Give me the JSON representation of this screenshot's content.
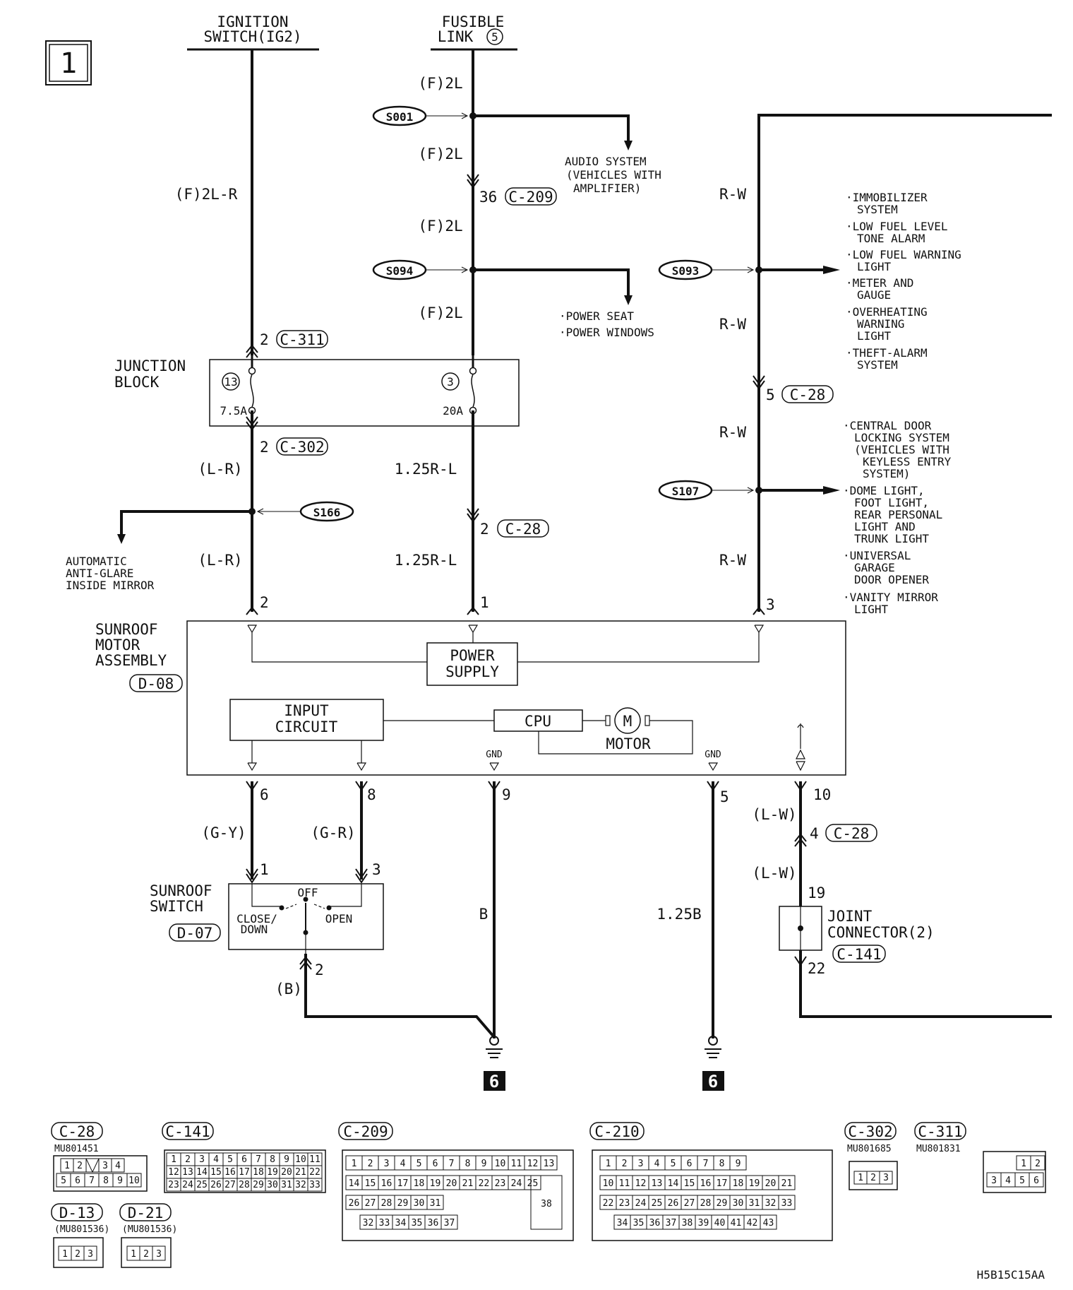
{
  "page_number": "1",
  "drawing_code": "H5B15C15AA",
  "sources": {
    "ignition": [
      "IGNITION",
      "SWITCH(IG2)"
    ],
    "fusible": [
      "FUSIBLE",
      "LINK",
      "5"
    ]
  },
  "wires": {
    "ig_top": "(F)2L-R",
    "f2l_1": "(F)2L",
    "f2l_2": "(F)2L",
    "f2l_3": "(F)2L",
    "f2l_4": "(F)2L",
    "lr_1": "(L-R)",
    "lr_2": "(L-R)",
    "rl_1": "1.25R-L",
    "rl_2": "1.25R-L",
    "rw_1": "R-W",
    "rw_2": "R-W",
    "rw_3": "R-W",
    "rw_4": "R-W",
    "gy": "(G-Y)",
    "gr": "(G-R)",
    "b_paren": "(B)",
    "b": "B",
    "b125": "1.25B",
    "lw_1": "(L-W)",
    "lw_2": "(L-W)"
  },
  "splices": {
    "s001": "S001",
    "s094": "S094",
    "s093": "S093",
    "s107": "S107",
    "s166": "S166"
  },
  "terminals": {
    "t36": "36",
    "t2a": "2",
    "t2b": "2",
    "t5": "5",
    "t2c": "2",
    "m2": "2",
    "m1": "1",
    "m3": "3",
    "m6": "6",
    "m8": "8",
    "m9": "9",
    "m5": "5",
    "m10": "10",
    "t4": "4",
    "sw1": "1",
    "sw3": "3",
    "sw2": "2",
    "j19": "19",
    "j22": "22"
  },
  "connector_refs": {
    "c209": "C-209",
    "c311": "C-311",
    "c302": "C-302",
    "c28a": "C-28",
    "c28b": "C-28",
    "c28c": "C-28",
    "d08": "D-08",
    "d07": "D-07",
    "c141": "C-141"
  },
  "junction_block": {
    "label": [
      "JUNCTION",
      "BLOCK"
    ],
    "fuse1_num": "13",
    "fuse1_amp": "7.5A",
    "fuse2_num": "3",
    "fuse2_amp": "20A"
  },
  "branches": {
    "audio": [
      "AUDIO SYSTEM",
      "(VEHICLES WITH",
      "AMPLIFIER)"
    ],
    "power": [
      "·POWER SEAT",
      "·POWER WINDOWS"
    ],
    "mirror": [
      "AUTOMATIC",
      "ANTI-GLARE",
      "INSIDE MIRROR"
    ],
    "right_upper": [
      "·IMMOBILIZER",
      "SYSTEM",
      "·LOW FUEL LEVEL",
      "TONE ALARM",
      "·LOW FUEL WARNING",
      "LIGHT",
      "·METER AND",
      "GAUGE",
      "·OVERHEATING",
      "WARNING",
      "LIGHT",
      "·THEFT-ALARM",
      "SYSTEM"
    ],
    "right_lower": [
      "·CENTRAL DOOR",
      "LOCKING SYSTEM",
      "(VEHICLES WITH",
      "KEYLESS ENTRY",
      "SYSTEM)",
      "·DOME LIGHT,",
      "FOOT LIGHT,",
      "REAR PERSONAL",
      "LIGHT AND",
      "TRUNK LIGHT",
      "·UNIVERSAL",
      "GARAGE",
      "DOOR OPENER",
      "·VANITY MIRROR",
      "LIGHT"
    ]
  },
  "sunroof_motor": {
    "label": [
      "SUNROOF",
      "MOTOR",
      "ASSEMBLY"
    ],
    "power_supply": [
      "POWER",
      "SUPPLY"
    ],
    "input_circuit": [
      "INPUT",
      "CIRCUIT"
    ],
    "cpu": "CPU",
    "motor_symbol": "M",
    "motor": "MOTOR",
    "gnd1": "GND",
    "gnd2": "GND"
  },
  "sunroof_switch": {
    "label": [
      "SUNROOF",
      "SWITCH"
    ],
    "off": "OFF",
    "close": [
      "CLOSE/",
      "DOWN"
    ],
    "open": "OPEN"
  },
  "joint_connector": [
    "JOINT",
    "CONNECTOR(2)"
  ],
  "ground_ids": [
    "6",
    "6"
  ],
  "connector_views": {
    "c28": {
      "label": "C-28",
      "part": "MU801451",
      "row1": [
        "1",
        "2",
        "",
        "3",
        "4"
      ],
      "row2": [
        "5",
        "6",
        "7",
        "8",
        "9",
        "10"
      ]
    },
    "c141": {
      "label": "C-141",
      "row1": [
        "1",
        "2",
        "3",
        "4",
        "5",
        "6",
        "7",
        "8",
        "9",
        "10",
        "11"
      ],
      "row2": [
        "12",
        "13",
        "14",
        "15",
        "16",
        "17",
        "18",
        "19",
        "20",
        "21",
        "22"
      ],
      "row3": [
        "23",
        "24",
        "25",
        "26",
        "27",
        "28",
        "29",
        "30",
        "31",
        "32",
        "33"
      ]
    },
    "c209": {
      "label": "C-209",
      "row1": [
        "1",
        "2",
        "3",
        "4",
        "5",
        "6",
        "7",
        "8",
        "9",
        "10",
        "11",
        "12",
        "13"
      ],
      "row2": [
        "14",
        "15",
        "16",
        "17",
        "18",
        "19",
        "20",
        "21",
        "22",
        "23",
        "24",
        "25"
      ],
      "row3": [
        "26",
        "27",
        "28",
        "29",
        "30",
        "31"
      ],
      "row4": [
        "32",
        "33",
        "34",
        "35",
        "36",
        "37"
      ],
      "big": "38"
    },
    "c210": {
      "label": "C-210",
      "row1": [
        "1",
        "2",
        "3",
        "4",
        "5",
        "6",
        "7",
        "8",
        "9"
      ],
      "row2": [
        "10",
        "11",
        "12",
        "13",
        "14",
        "15",
        "16",
        "17",
        "18",
        "19",
        "20",
        "21"
      ],
      "row3": [
        "22",
        "23",
        "24",
        "25",
        "26",
        "27",
        "28",
        "29",
        "30",
        "31",
        "32",
        "33"
      ],
      "row4": [
        "34",
        "35",
        "36",
        "37",
        "38",
        "39",
        "40",
        "41",
        "42",
        "43"
      ]
    },
    "c302": {
      "label": "C-302",
      "part": "MU801685",
      "cells": [
        "1",
        "2",
        "3"
      ]
    },
    "c311": {
      "label": "C-311",
      "part": "MU801831",
      "row1": [
        "1",
        "2"
      ],
      "row2": [
        "3",
        "4",
        "5",
        "6"
      ]
    },
    "d13": {
      "label": "D-13",
      "part": "(MU801536)",
      "cells": [
        "1",
        "2",
        "3"
      ]
    },
    "d21": {
      "label": "D-21",
      "part": "(MU801536)",
      "cells": [
        "1",
        "2",
        "3"
      ]
    }
  }
}
